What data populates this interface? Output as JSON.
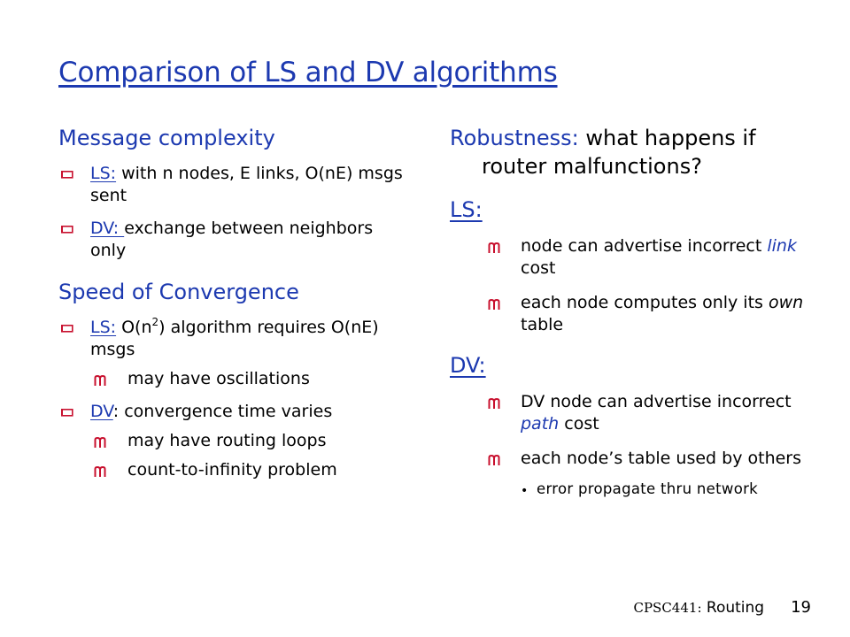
{
  "title": "Comparison of LS and DV algorithms",
  "left": {
    "message_header": "Message complexity",
    "message_items": [
      {
        "tag": "LS:",
        "text": " with n nodes, E links, O(nE) msgs sent"
      },
      {
        "tag": "DV: ",
        "text": "exchange between neighbors only"
      }
    ],
    "speed_header": "Speed of Convergence",
    "ls": {
      "tag": "LS:",
      "pre": " O(n",
      "sup": "2",
      "post": ") algorithm requires O(nE) msgs"
    },
    "ls_sub": "may have oscillations",
    "dv": {
      "tag": "DV",
      "text": ": convergence time varies"
    },
    "dv_subs": [
      "may have routing loops",
      "count-to-infinity problem"
    ]
  },
  "right": {
    "robustness_label": "Robustness:",
    "robustness_text": " what happens if router malfunctions?",
    "ls_header": "LS:",
    "ls_items": [
      {
        "pre": "node can advertise incorrect ",
        "em": "link",
        "post": " cost"
      },
      {
        "pre": "each node computes only its ",
        "em": "own",
        "post": " table"
      }
    ],
    "dv_header": "DV:",
    "dv_items": [
      {
        "pre": "DV node can advertise incorrect ",
        "em": "path",
        "post": " cost"
      },
      {
        "pre": "each node’s table used by others",
        "em": "",
        "post": ""
      }
    ],
    "dv_subitem": "error propagate thru network"
  },
  "footer": {
    "course": "CPSC441:",
    "topic": " Routing",
    "page": "19"
  },
  "colors": {
    "accent": "#1c39b0"
  },
  "icons": {
    "level1": "checkbox-bullet-icon",
    "level2": "m-bullet-icon",
    "level3": "dot-bullet-icon"
  }
}
